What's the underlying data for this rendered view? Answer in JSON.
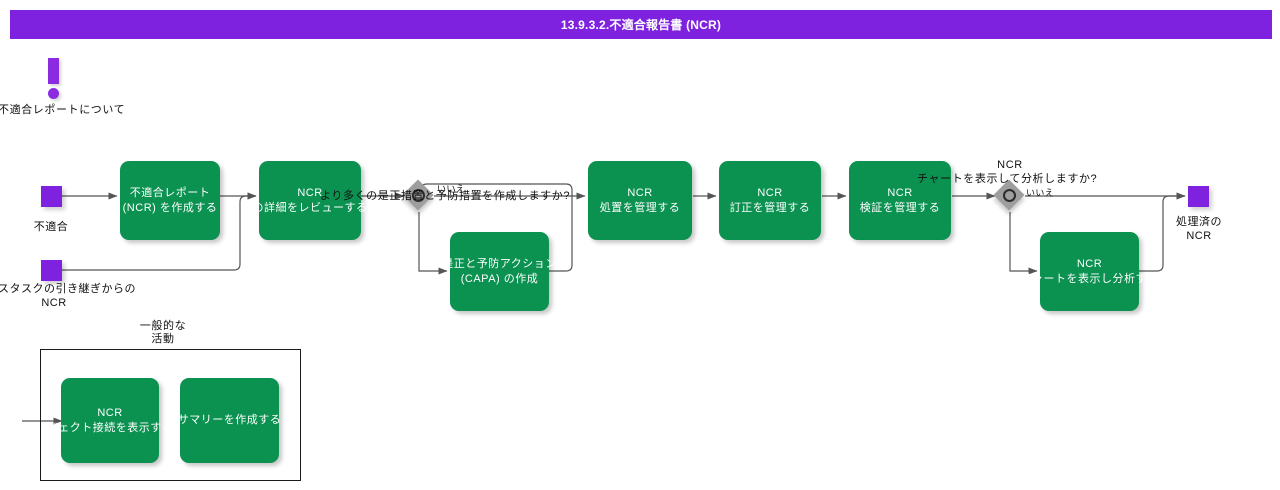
{
  "titlebar": {
    "title": "13.9.3.2.不適合報告書 (NCR)"
  },
  "annotation": {
    "icon": "exclamation-icon",
    "text": "不適合レポートについて"
  },
  "events": {
    "start_nonconformance": {
      "label": "不適合"
    },
    "start_handover": {
      "label_line1": "スタスクの引き継ぎからの",
      "label_line2": "NCR"
    },
    "end_processed": {
      "label_line1": "処理済の",
      "label_line2": "NCR"
    }
  },
  "tasks": [
    {
      "id": "create-ncr",
      "line1": "不適合レポート",
      "line2": "(NCR) を作成する"
    },
    {
      "id": "review-ncr",
      "line1": "NCR",
      "line2": "の詳細をレビューする"
    },
    {
      "id": "create-capa",
      "line1": "是正と予防アクション",
      "line2": "(CAPA) の作成"
    },
    {
      "id": "manage-disposition",
      "line1": "NCR",
      "line2": "処置を管理する"
    },
    {
      "id": "manage-correction",
      "line1": "NCR",
      "line2": "訂正を管理する"
    },
    {
      "id": "manage-verification",
      "line1": "NCR",
      "line2": "検証を管理する"
    },
    {
      "id": "view-charts",
      "line1": "NCR",
      "line2": "チャートを表示し分析する"
    }
  ],
  "gateways": {
    "capa_decision": {
      "question": "より多くの是正措置と予防措置を作成しますか?",
      "no_label": "いいえ"
    },
    "chart_decision": {
      "question_line1": "NCR",
      "question_line2": "チャートを表示して分析しますか?",
      "no_label": "いいえ"
    }
  },
  "group": {
    "title_line1": "一般的な",
    "title_line2": "活動",
    "tasks": [
      {
        "id": "view-object-connections",
        "line1": "NCR",
        "line2": "ジェクト接続を表示する"
      },
      {
        "id": "create-summary",
        "line1": "",
        "line2": "サマリーを作成する"
      }
    ]
  },
  "colors": {
    "title_bar": "#7e22e0",
    "task_green": "#0b9150",
    "event_purple": "#7e22e0",
    "gateway_gray": "#9e9e9e",
    "connector": "#555555"
  }
}
